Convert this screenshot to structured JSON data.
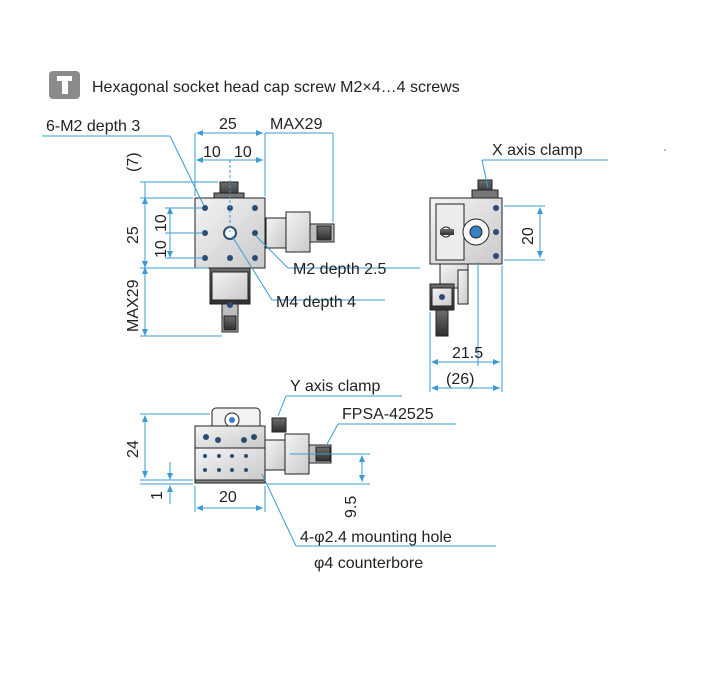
{
  "header": {
    "icon": "hex-key-icon",
    "text": "Hexagonal socket head cap screw M2×4…4 screws"
  },
  "dimensions": {
    "top_width": "25",
    "top_max": "MAX29",
    "half_left": "10",
    "half_right": "10",
    "seven": "(7)",
    "height_25": "25",
    "half_v_top": "10",
    "half_v_bottom": "10",
    "max29_vertical": "MAX29",
    "x_clamp_20": "20",
    "dim_21_5": "21.5",
    "dim_26": "(26)",
    "height_24": "24",
    "dim_1": "1",
    "bottom_20": "20",
    "dim_9_5": "9.5"
  },
  "callouts": {
    "m2_depth3": "6-M2 depth 3",
    "m2_depth2_5": "M2 depth 2.5",
    "m4_depth4": "M4 depth 4",
    "x_axis_clamp": "X axis clamp",
    "y_axis_clamp": "Y axis clamp",
    "micrometer": "FPSA-42525",
    "mounting_hole": "4-φ2.4 mounting hole",
    "counterbore": "φ4 counterbore"
  },
  "colors": {
    "leader": "#3b9bd2",
    "icon_bg": "#8a8a8a"
  }
}
